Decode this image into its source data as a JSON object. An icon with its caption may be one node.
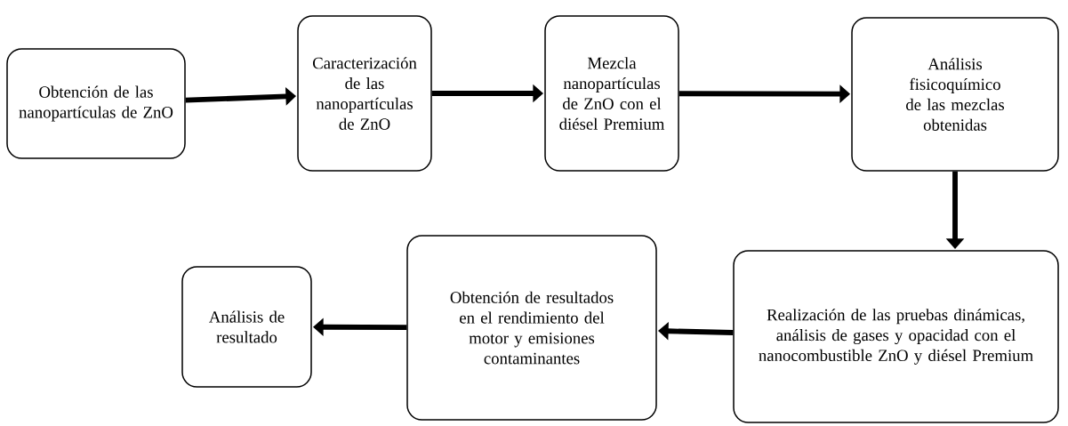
{
  "diagram": {
    "nodes": [
      {
        "text": [
          "Obtención de las nanopartículas de ZnO"
        ]
      },
      {
        "text": [
          "Caracterización de las nanopartículas de ZnO"
        ]
      },
      {
        "text": [
          "Mezcla nanopartículas de ZnO con el diésel Premium"
        ]
      },
      {
        "text": [
          "Análisis fisicoquímico de las mezclas obtenidas"
        ]
      },
      {
        "text": [
          "Realización de las pruebas dinámicas, análisis de gases y opacidad con el nanocombustible ZnO y diésel Premium"
        ]
      },
      {
        "text": [
          "Obtención de resultados en el rendimiento del motor y emisiones contaminantes"
        ]
      },
      {
        "text": [
          "Análisis de resultado"
        ]
      }
    ],
    "edges": [
      {
        "from": 0,
        "to": 1,
        "arrow": "to"
      },
      {
        "from": 1,
        "to": 2,
        "arrow": "to"
      },
      {
        "from": 2,
        "to": 3,
        "arrow": "to"
      },
      {
        "from": 3,
        "to": 4,
        "arrow": "to"
      },
      {
        "from": 4,
        "to": 5,
        "arrow": "to"
      },
      {
        "from": 5,
        "to": 6,
        "arrow": "to"
      }
    ]
  }
}
